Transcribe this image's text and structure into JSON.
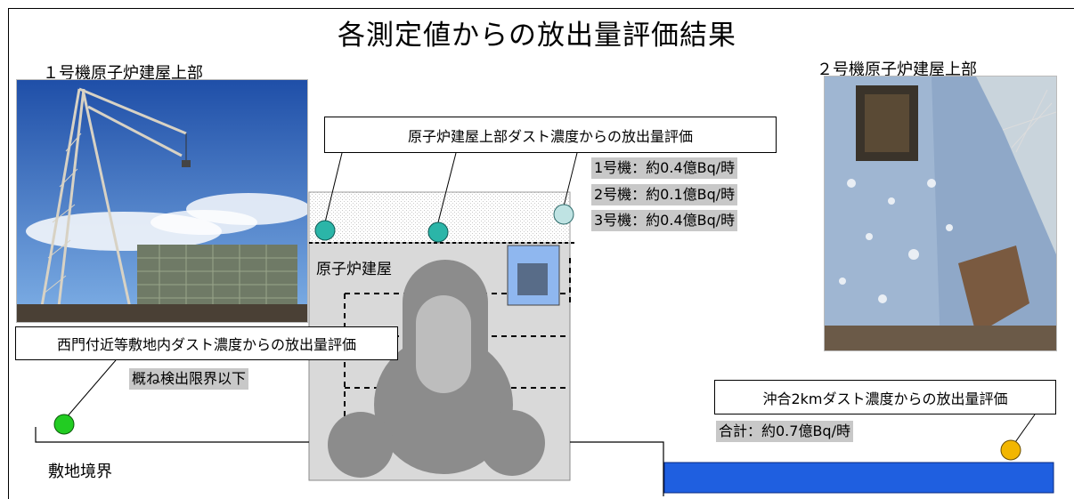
{
  "title": "各測定値からの放出量評価結果",
  "photos": {
    "unit1_label": "１号機原子炉建屋上部",
    "unit2_label": "２号機原子炉建屋上部"
  },
  "top_eval": {
    "label": "原子炉建屋上部ダスト濃度からの放出量評価",
    "values": [
      "1号機：約0.4億Bq/時",
      "2号機：約0.1億Bq/時",
      "3号機：約0.4億Bq/時"
    ]
  },
  "building_label": "原子炉建屋",
  "site_eval": {
    "label": "西門付近等敷地内ダスト濃度からの放出量評価",
    "value": "概ね検出限界以下"
  },
  "offshore_eval": {
    "label": "沖合2kmダスト濃度からの放出量評価",
    "value": "合計：約0.7億Bq/時"
  },
  "boundary_label": "敷地境界",
  "colors": {
    "monitor_teal": "#2bb5a8",
    "monitor_light": "#bfe3e3",
    "monitor_green": "#22cc22",
    "monitor_orange": "#f2b600",
    "sea_blue": "#1f5fe0",
    "building_gray": "#d9d9d9",
    "vessel_gray": "#8c8c8c",
    "pool_blue": "#8fb7ef"
  }
}
